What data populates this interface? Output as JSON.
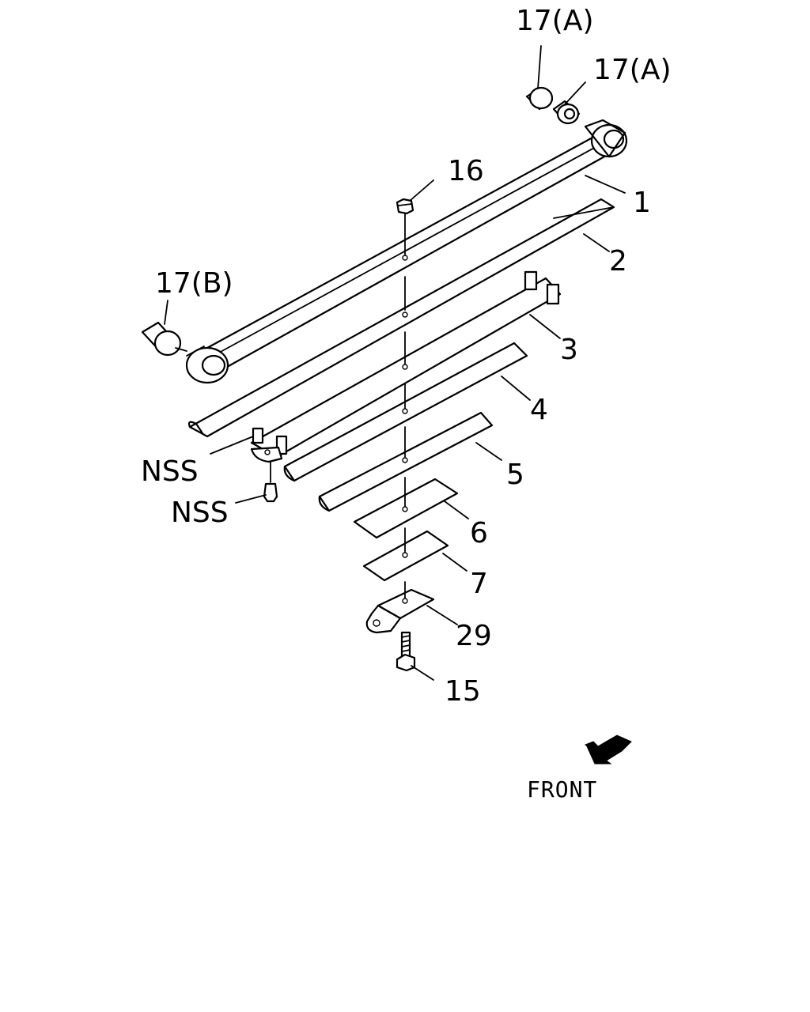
{
  "diagram": {
    "callouts": {
      "p17a_top": "17(A)",
      "p17a_mid": "17(A)",
      "p17b": "17(B)",
      "p16": "16",
      "p1": "1",
      "p2": "2",
      "p3": "3",
      "p4": "4",
      "p5": "5",
      "p6": "6",
      "p7": "7",
      "p29": "29",
      "p15": "15",
      "nss_upper": "NSS",
      "nss_lower": "NSS"
    },
    "direction": {
      "label": "FRONT",
      "icon": "arrow-down-left-icon"
    },
    "colors": {
      "line": "#000000",
      "background": "#ffffff"
    }
  }
}
